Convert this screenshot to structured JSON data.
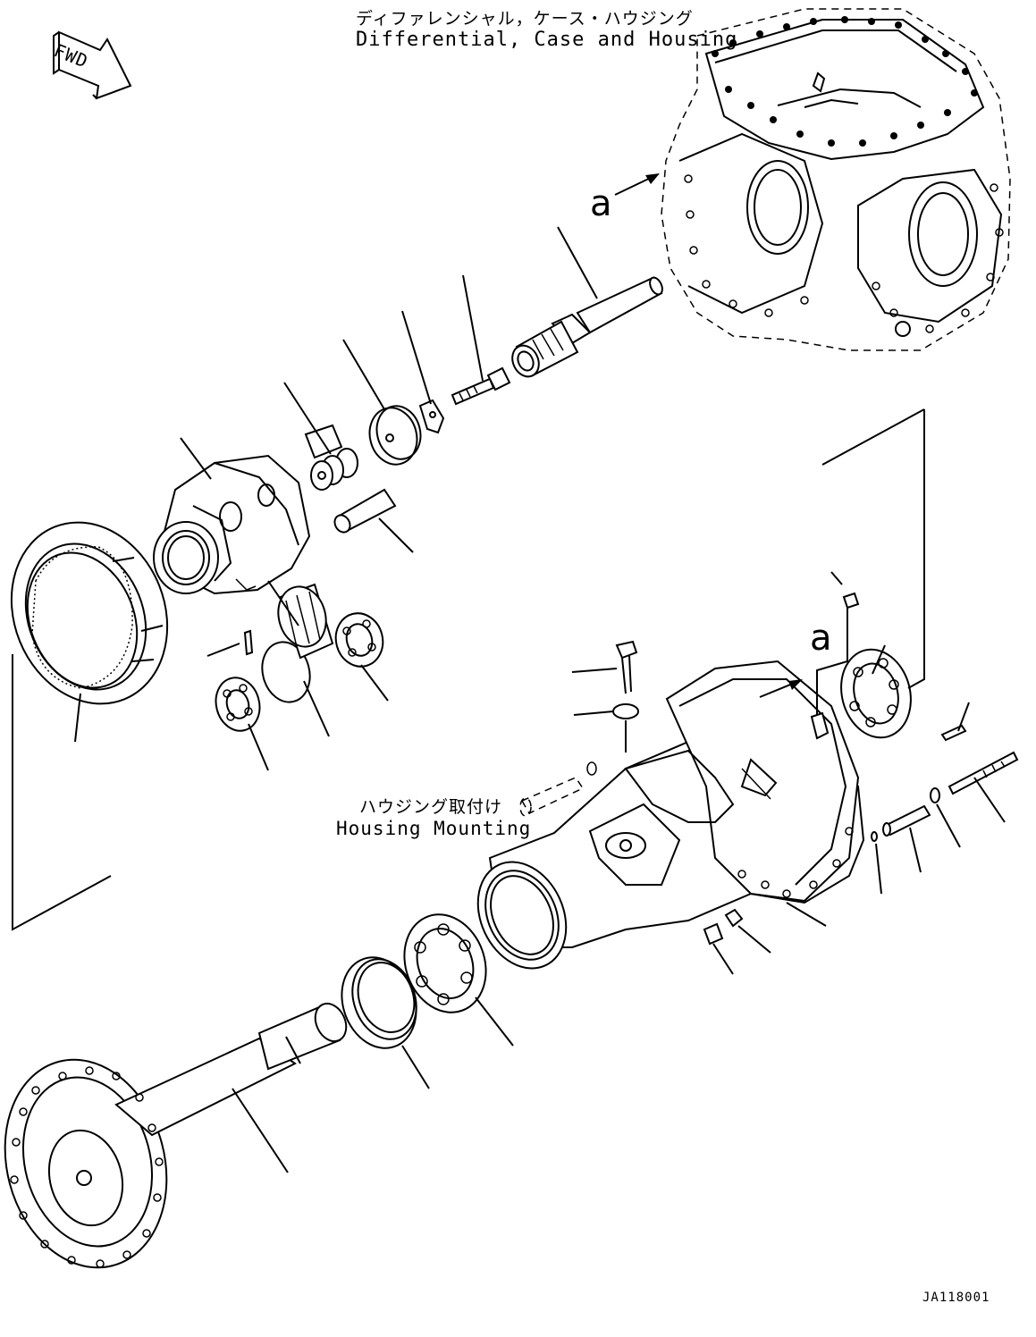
{
  "titles": {
    "diff_ja": "ディファレンシャル，ケース・ハウジング",
    "diff_en": "Differential, Case and Housing",
    "mount_ja": "ハウジング取付け",
    "mount_en": "Housing Mounting"
  },
  "fwd_label": "FWD",
  "ref_letter": "a",
  "drawing_code": "JA118001",
  "colors": {
    "ink": "#000000",
    "paper": "#ffffff"
  }
}
